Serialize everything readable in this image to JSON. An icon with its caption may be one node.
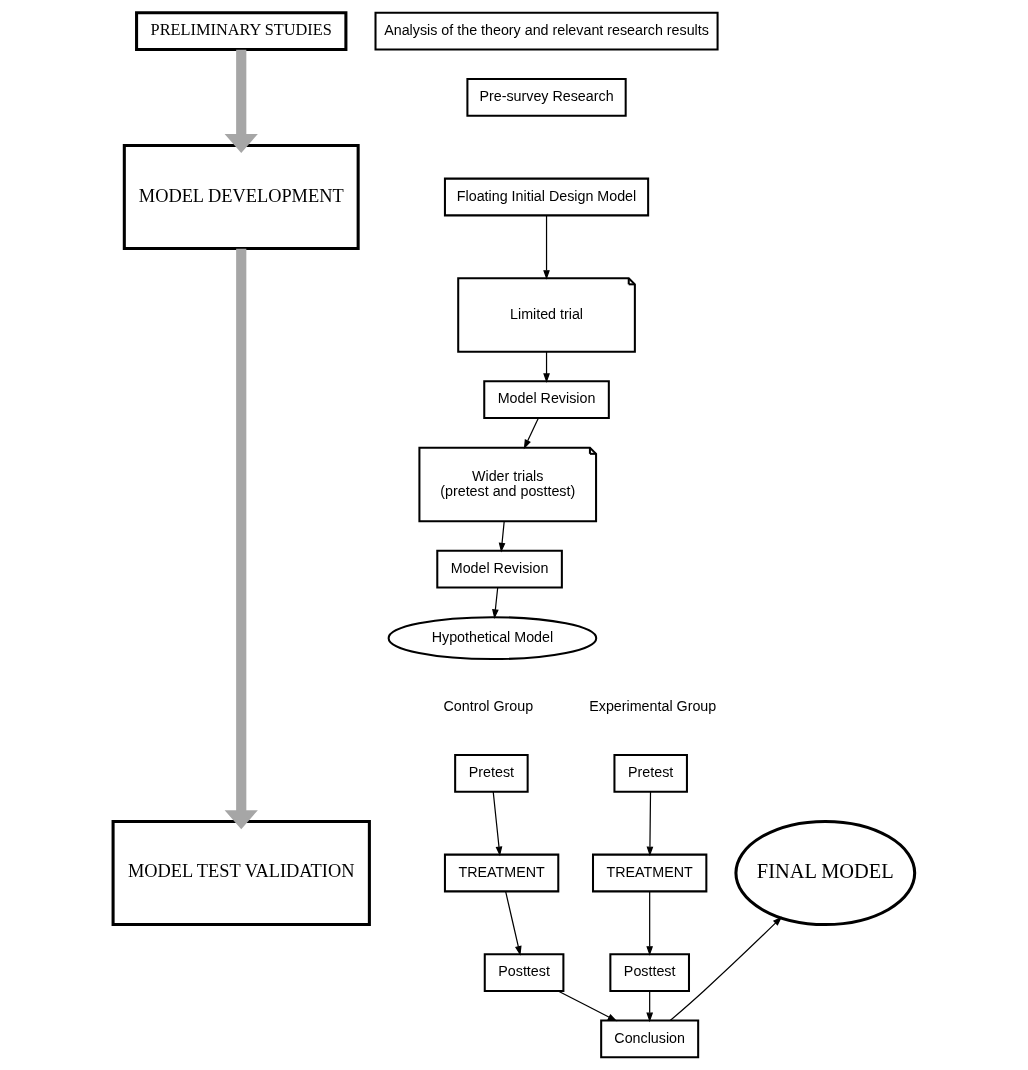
{
  "diagram": {
    "nodes": [
      {
        "text": [
          "PRELIMINARY STUDIES"
        ]
      },
      {
        "text": [
          "Analysis of the theory and relevant research results"
        ]
      },
      {
        "text": [
          "Pre-survey Research"
        ]
      },
      {
        "text": [
          "MODEL DEVELOPMENT"
        ]
      },
      {
        "text": [
          "Floating Initial Design Model"
        ]
      },
      {
        "text": [
          "Limited trial"
        ]
      },
      {
        "text": [
          "Model Revision"
        ]
      },
      {
        "text": [
          "Wider trials",
          "(pretest and posttest)"
        ]
      },
      {
        "text": [
          "Model Revision"
        ]
      },
      {
        "text": [
          "Hypothetical Model"
        ]
      },
      {
        "text": [
          "MODEL TEST VALIDATION"
        ]
      },
      {
        "text": [
          "Pretest"
        ]
      },
      {
        "text": [
          "TREATMENT"
        ]
      },
      {
        "text": [
          "Posttest"
        ]
      },
      {
        "text": [
          "Pretest"
        ]
      },
      {
        "text": [
          "TREATMENT"
        ]
      },
      {
        "text": [
          "Posttest"
        ]
      },
      {
        "text": [
          "Conclusion"
        ]
      },
      {
        "text": [
          "FINAL MODEL"
        ]
      }
    ],
    "edges": [
      {
        "from": 0,
        "to": 3,
        "arrow": "to",
        "style": "thick",
        "color": "#a6a6a6"
      },
      {
        "from": 3,
        "to": 10,
        "arrow": "to",
        "style": "thick",
        "color": "#a6a6a6"
      },
      {
        "from": 4,
        "to": 5,
        "arrow": "to"
      },
      {
        "from": 5,
        "to": 6,
        "arrow": "to"
      },
      {
        "from": 6,
        "to": 7,
        "arrow": "to"
      },
      {
        "from": 7,
        "to": 8,
        "arrow": "to"
      },
      {
        "from": 8,
        "to": 9,
        "arrow": "to"
      },
      {
        "from": 11,
        "to": 12,
        "arrow": "to"
      },
      {
        "from": 12,
        "to": 13,
        "arrow": "to"
      },
      {
        "from": 14,
        "to": 15,
        "arrow": "to"
      },
      {
        "from": 15,
        "to": 16,
        "arrow": "to"
      },
      {
        "from": 13,
        "to": 17,
        "arrow": "to"
      },
      {
        "from": 16,
        "to": 17,
        "arrow": "to"
      },
      {
        "from": 17,
        "to": 18,
        "arrow": "to"
      }
    ],
    "labels": [
      "Experimental Group",
      "Control Group"
    ]
  }
}
